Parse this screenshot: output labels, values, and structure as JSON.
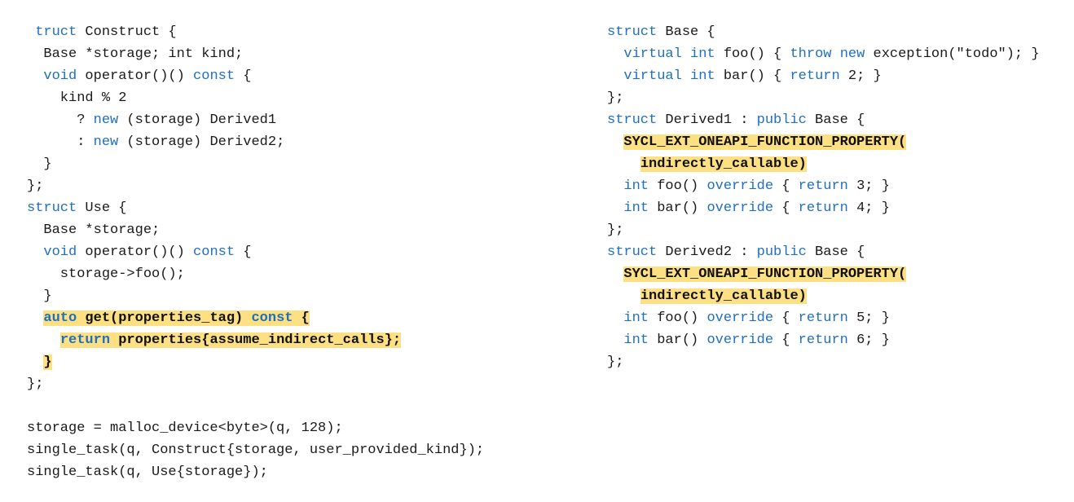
{
  "left_code": [
    [
      [
        " ",
        ""
      ],
      [
        "truct",
        "k"
      ],
      [
        " Construct {",
        ""
      ]
    ],
    [
      [
        "  Base *storage; int kind;",
        ""
      ]
    ],
    [
      [
        "  ",
        ""
      ],
      [
        "void",
        "k"
      ],
      [
        " operator()() ",
        ""
      ],
      [
        "const",
        "k"
      ],
      [
        " {",
        ""
      ]
    ],
    [
      [
        "    kind % 2",
        ""
      ]
    ],
    [
      [
        "      ? ",
        ""
      ],
      [
        "new",
        "k"
      ],
      [
        " (storage) Derived1",
        ""
      ]
    ],
    [
      [
        "      : ",
        ""
      ],
      [
        "new",
        "k"
      ],
      [
        " (storage) Derived2;",
        ""
      ]
    ],
    [
      [
        "  }",
        ""
      ]
    ],
    [
      [
        "};",
        ""
      ]
    ],
    [
      [
        "struct",
        "k"
      ],
      [
        " Use {",
        ""
      ]
    ],
    [
      [
        "  Base *storage;",
        ""
      ]
    ],
    [
      [
        "  ",
        ""
      ],
      [
        "void",
        "k"
      ],
      [
        " operator()() ",
        ""
      ],
      [
        "const",
        "k"
      ],
      [
        " {",
        ""
      ]
    ],
    [
      [
        "    storage->foo();",
        ""
      ]
    ],
    [
      [
        "  }",
        ""
      ]
    ],
    [
      [
        "  ",
        ""
      ],
      [
        "auto",
        "hk"
      ],
      [
        " get(properties_tag) ",
        "h"
      ],
      [
        "const",
        "hk"
      ],
      [
        " {",
        "h"
      ]
    ],
    [
      [
        "    ",
        ""
      ],
      [
        "return",
        "hk"
      ],
      [
        " properties{assume_indirect_calls};",
        "h"
      ]
    ],
    [
      [
        "  ",
        ""
      ],
      [
        "}",
        "h"
      ]
    ],
    [
      [
        "};",
        ""
      ]
    ],
    [],
    [
      [
        "storage = malloc_device<byte>(q, 128);",
        ""
      ]
    ],
    [
      [
        "single_task(q, Construct{storage, user_provided_kind});",
        ""
      ]
    ],
    [
      [
        "single_task(q, Use{storage});",
        ""
      ]
    ]
  ],
  "right_code": [
    [
      [
        "struct",
        "k"
      ],
      [
        " Base {",
        ""
      ]
    ],
    [
      [
        "  ",
        ""
      ],
      [
        "virtual",
        "k"
      ],
      [
        " ",
        ""
      ],
      [
        "int",
        "k"
      ],
      [
        " foo() { ",
        ""
      ],
      [
        "throw",
        "k"
      ],
      [
        " ",
        ""
      ],
      [
        "new",
        "k"
      ],
      [
        " exception(\"todo\"); }",
        ""
      ]
    ],
    [
      [
        "  ",
        ""
      ],
      [
        "virtual",
        "k"
      ],
      [
        " ",
        ""
      ],
      [
        "int",
        "k"
      ],
      [
        " bar() { ",
        ""
      ],
      [
        "return",
        "k"
      ],
      [
        " 2; }",
        ""
      ]
    ],
    [
      [
        "};",
        ""
      ]
    ],
    [
      [
        "struct",
        "k"
      ],
      [
        " Derived1 : ",
        ""
      ],
      [
        "public",
        "k"
      ],
      [
        " Base {",
        ""
      ]
    ],
    [
      [
        "  ",
        ""
      ],
      [
        "SYCL_EXT_ONEAPI_FUNCTION_PROPERTY(",
        "h"
      ]
    ],
    [
      [
        "    ",
        ""
      ],
      [
        "indirectly_callable)",
        "h"
      ]
    ],
    [
      [
        "  ",
        ""
      ],
      [
        "int",
        "k"
      ],
      [
        " foo() ",
        ""
      ],
      [
        "override",
        "k"
      ],
      [
        " { ",
        ""
      ],
      [
        "return",
        "k"
      ],
      [
        " 3; }",
        ""
      ]
    ],
    [
      [
        "  ",
        ""
      ],
      [
        "int",
        "k"
      ],
      [
        " bar() ",
        ""
      ],
      [
        "override",
        "k"
      ],
      [
        " { ",
        ""
      ],
      [
        "return",
        "k"
      ],
      [
        " 4; }",
        ""
      ]
    ],
    [
      [
        "};",
        ""
      ]
    ],
    [
      [
        "struct",
        "k"
      ],
      [
        " Derived2 : ",
        ""
      ],
      [
        "public",
        "k"
      ],
      [
        " Base {",
        ""
      ]
    ],
    [
      [
        "  ",
        ""
      ],
      [
        "SYCL_EXT_ONEAPI_FUNCTION_PROPERTY(",
        "h"
      ]
    ],
    [
      [
        "    ",
        ""
      ],
      [
        "indirectly_callable)",
        "h"
      ]
    ],
    [
      [
        "  ",
        ""
      ],
      [
        "int",
        "k"
      ],
      [
        " foo() ",
        ""
      ],
      [
        "override",
        "k"
      ],
      [
        " { ",
        ""
      ],
      [
        "return",
        "k"
      ],
      [
        " 5; }",
        ""
      ]
    ],
    [
      [
        "  ",
        ""
      ],
      [
        "int",
        "k"
      ],
      [
        " bar() ",
        ""
      ],
      [
        "override",
        "k"
      ],
      [
        " { ",
        ""
      ],
      [
        "return",
        "k"
      ],
      [
        " 6; }",
        ""
      ]
    ],
    [
      [
        "};",
        ""
      ]
    ]
  ]
}
